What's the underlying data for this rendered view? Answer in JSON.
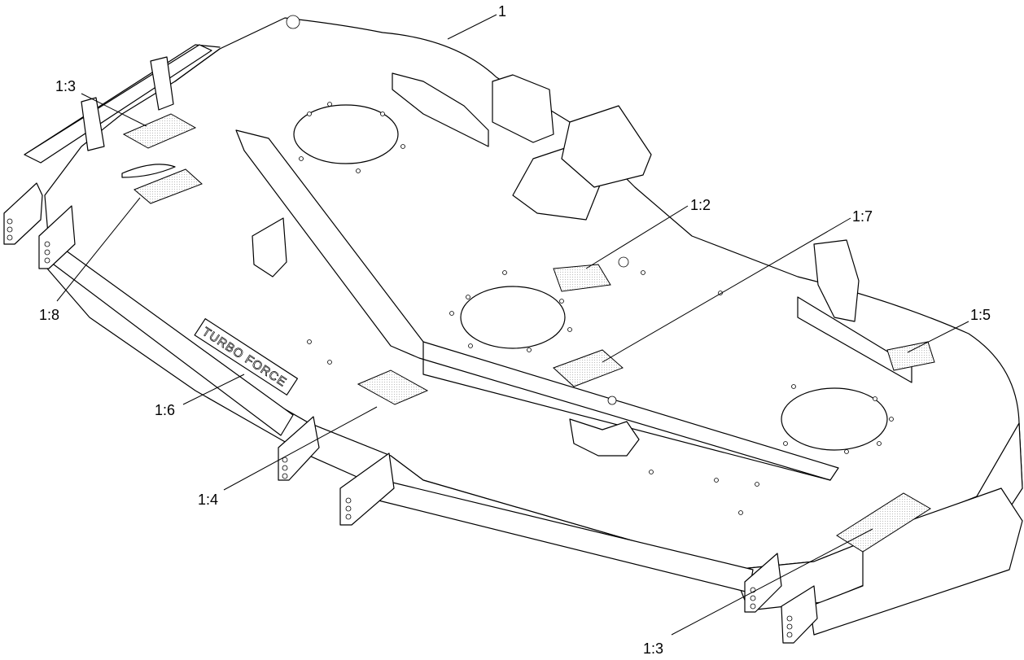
{
  "figure": {
    "callouts": [
      {
        "id": "c1",
        "label": "1"
      },
      {
        "id": "c13a",
        "label": "1:3"
      },
      {
        "id": "c12",
        "label": "1:2"
      },
      {
        "id": "c17",
        "label": "1:7"
      },
      {
        "id": "c15",
        "label": "1:5"
      },
      {
        "id": "c18",
        "label": "1:8"
      },
      {
        "id": "c16",
        "label": "1:6"
      },
      {
        "id": "c14",
        "label": "1:4"
      },
      {
        "id": "c13b",
        "label": "1:3"
      }
    ],
    "brand_marking": "TURBO FORCE"
  }
}
